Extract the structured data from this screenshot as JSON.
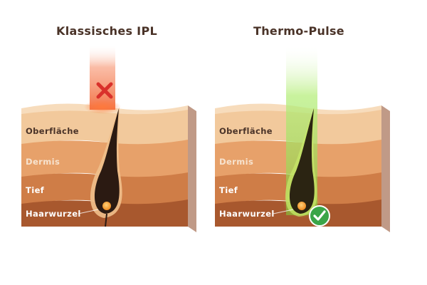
{
  "panels": {
    "left": {
      "title": "Klassisches IPL",
      "beam_color": "#f26a3a",
      "status_icon": "x-mark-icon",
      "status_color": "#d9312b"
    },
    "right": {
      "title": "Thermo-Pulse",
      "beam_color": "#8fe24a",
      "status_icon": "check-badge-icon",
      "status_color": "#3aa548"
    }
  },
  "layers": {
    "surface": "Oberfläche",
    "dermis": "Dermis",
    "deep": "Tief",
    "root": "Haarwurzel"
  },
  "colors": {
    "title_text": "#4a3328",
    "layer_top": "#f4cfa7",
    "layer_dermis": "#e9a46d",
    "layer_deep": "#cd7b45",
    "layer_root": "#a5552c",
    "hair": "#2b1a12",
    "root_bulb": "#f39a2a"
  }
}
